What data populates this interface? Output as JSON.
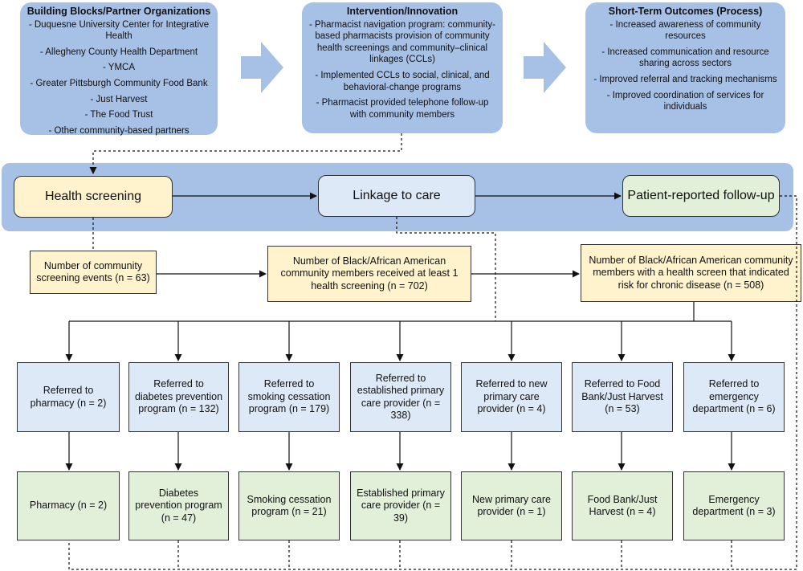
{
  "top": {
    "building": {
      "title": "Building Blocks/Partner Organizations",
      "items": [
        "- Duquesne University Center for Integrative Health",
        "- Allegheny County Health Department",
        "- YMCA",
        "- Greater Pittsburgh Community Food Bank",
        "- Just Harvest",
        "- The Food Trust",
        "- Other community-based partners"
      ]
    },
    "intervention": {
      "title": "Intervention/Innovation",
      "items": [
        "- Pharmacist navigation program: community-based pharmacists provision of community health screenings and community–clinical linkages (CCLs)",
        "- Implemented CCLs to social, clinical, and behavioral-change programs",
        "- Pharmacist provided telephone follow-up with community members"
      ]
    },
    "outcomes": {
      "title": "Short-Term Outcomes (Process)",
      "items": [
        "- Increased awareness of community resources",
        "- Increased communication and resource sharing across sectors",
        "- Improved referral and tracking mechanisms",
        "- Improved coordination of services for individuals"
      ]
    }
  },
  "stages": {
    "screening": "Health screening",
    "linkage": "Linkage to care",
    "followup": "Patient-reported follow-up"
  },
  "counts": {
    "events": "Number of community screening events (n = 63)",
    "screened": "Number of Black/African American community members received at least 1 health screening (n = 702)",
    "risk": "Number of Black/African American community members with a health screen that indicated risk for chronic disease (n = 508)"
  },
  "referrals": [
    "Referred to pharmacy (n = 2)",
    "Referred to diabetes prevention program (n = 132)",
    "Referred to smoking cessation program (n = 179)",
    "Referred to established primary care provider (n = 338)",
    "Referred to new primary care provider (n = 4)",
    "Referred to Food Bank/Just Harvest (n = 53)",
    "Referred to emergency department (n = 6)"
  ],
  "outcomes": [
    "Pharmacy (n = 2)",
    "Diabetes prevention program (n = 47)",
    "Smoking cessation program (n = 21)",
    "Established primary care provider (n = 39)",
    "New primary care provider (n = 1)",
    "Food Bank/Just Harvest (n = 4)",
    "Emergency department (n = 3)"
  ],
  "colors": {
    "top_box": "#a7c1e6",
    "screening": "#fef3cd",
    "linkage": "#dde9f7",
    "followup": "#e2efd9"
  }
}
